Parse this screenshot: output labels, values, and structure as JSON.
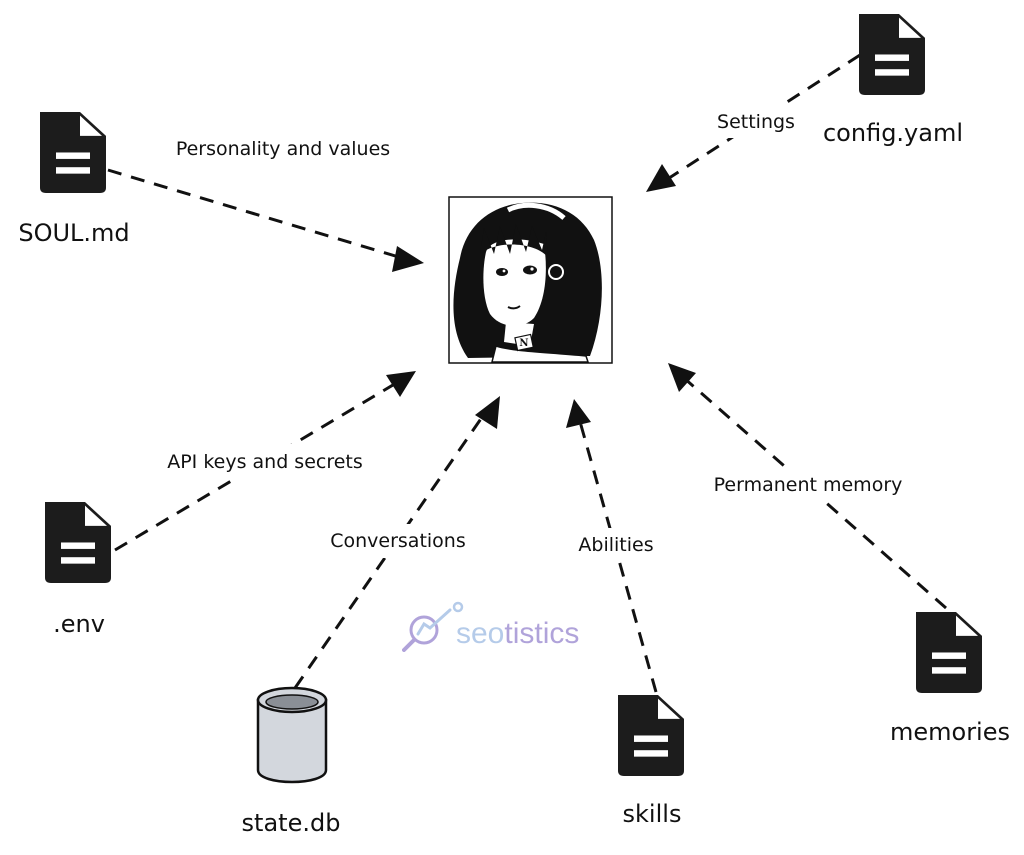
{
  "nodes": [
    {
      "id": "soul",
      "label": "SOUL.md",
      "icon": "document-icon"
    },
    {
      "id": "config",
      "label": "config.yaml",
      "icon": "document-icon"
    },
    {
      "id": "env",
      "label": ".env",
      "icon": "document-icon"
    },
    {
      "id": "state",
      "label": "state.db",
      "icon": "database-cylinder-icon"
    },
    {
      "id": "skills",
      "label": "skills",
      "icon": "document-icon"
    },
    {
      "id": "memories",
      "label": "memories",
      "icon": "document-icon"
    }
  ],
  "center": {
    "icon": "anime-girl-avatar-icon",
    "badge": "N"
  },
  "edges": [
    {
      "from": "soul",
      "label": "Personality and values"
    },
    {
      "from": "config",
      "label": "Settings"
    },
    {
      "from": "env",
      "label": "API keys and secrets"
    },
    {
      "from": "state",
      "label": "Conversations"
    },
    {
      "from": "skills",
      "label": "Abilities"
    },
    {
      "from": "memories",
      "label": "Permanent memory"
    }
  ],
  "watermark": {
    "text": "seotistics",
    "prefix": "seo",
    "suffix": "tistics",
    "icon": "magnifier-chart-icon"
  },
  "colors": {
    "ink": "#111111",
    "icon_fill": "#1c1c1c",
    "db_fill": "#d3d7dd",
    "watermark_prefix": "#a9c3e6",
    "watermark_suffix": "#a394d4"
  }
}
